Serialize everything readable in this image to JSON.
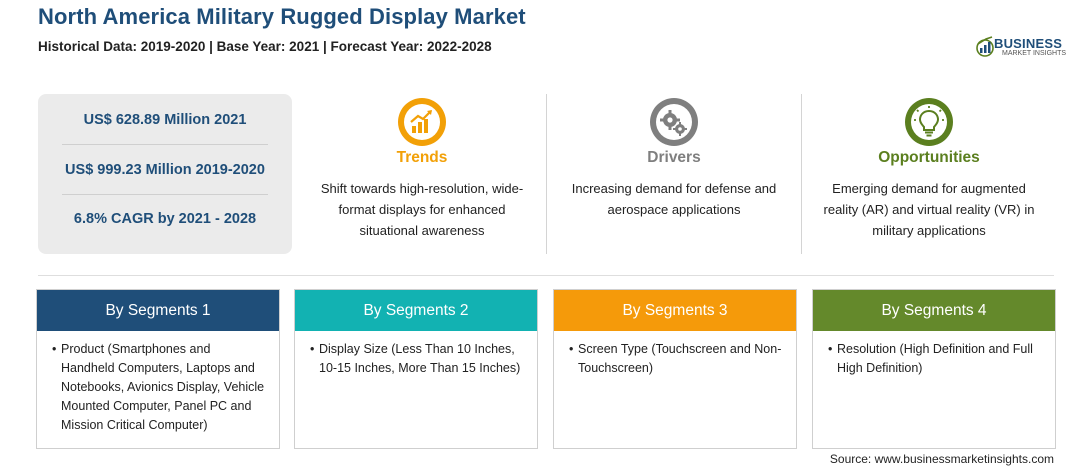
{
  "header": {
    "title": "North America Military Rugged Display Market",
    "subtitle": "Historical Data: 2019-2020 | Base Year: 2021 | Forecast Year: 2022-2028"
  },
  "logo": {
    "line1": "BUSINESS",
    "line2": "MARKET INSIGHTS"
  },
  "stats": [
    "US$ 628.89 Million 2021",
    "US$ 999.23 Million 2019-2020",
    "6.8% CAGR by 2021 - 2028"
  ],
  "columns": [
    {
      "title": "Trends",
      "text": "Shift towards high-resolution, wide-format displays for enhanced situational awareness",
      "color": "#f2a007",
      "icon": "chart-growth-icon"
    },
    {
      "title": "Drivers",
      "text": "Increasing demand for defense and aerospace applications",
      "color": "#7f7f7f",
      "icon": "gears-icon"
    },
    {
      "title": "Opportunities",
      "text": "Emerging demand for augmented reality (AR) and virtual reality (VR) in military applications",
      "color": "#5b7f1f",
      "icon": "lightbulb-icon"
    }
  ],
  "segments": [
    {
      "label": "By Segments 1",
      "bullet": "•",
      "text": "Product (Smartphones and Handheld Computers, Laptops and Notebooks, Avionics Display, Vehicle Mounted Computer, Panel PC and Mission Critical Computer)",
      "color": "#1f4e79"
    },
    {
      "label": "By Segments 2",
      "bullet": "•",
      "text": "Display Size (Less Than 10 Inches, 10-15 Inches, More Than 15 Inches)",
      "color": "#12b2b2"
    },
    {
      "label": "By Segments 3",
      "bullet": "•",
      "text": "Screen Type (Touchscreen and Non-Touchscreen)",
      "color": "#f59a0a"
    },
    {
      "label": "By Segments 4",
      "bullet": "•",
      "text": "Resolution (High Definition and Full High Definition)",
      "color": "#64892b"
    }
  ],
  "footer": {
    "source": "Source: www.businessmarketinsights.com"
  }
}
